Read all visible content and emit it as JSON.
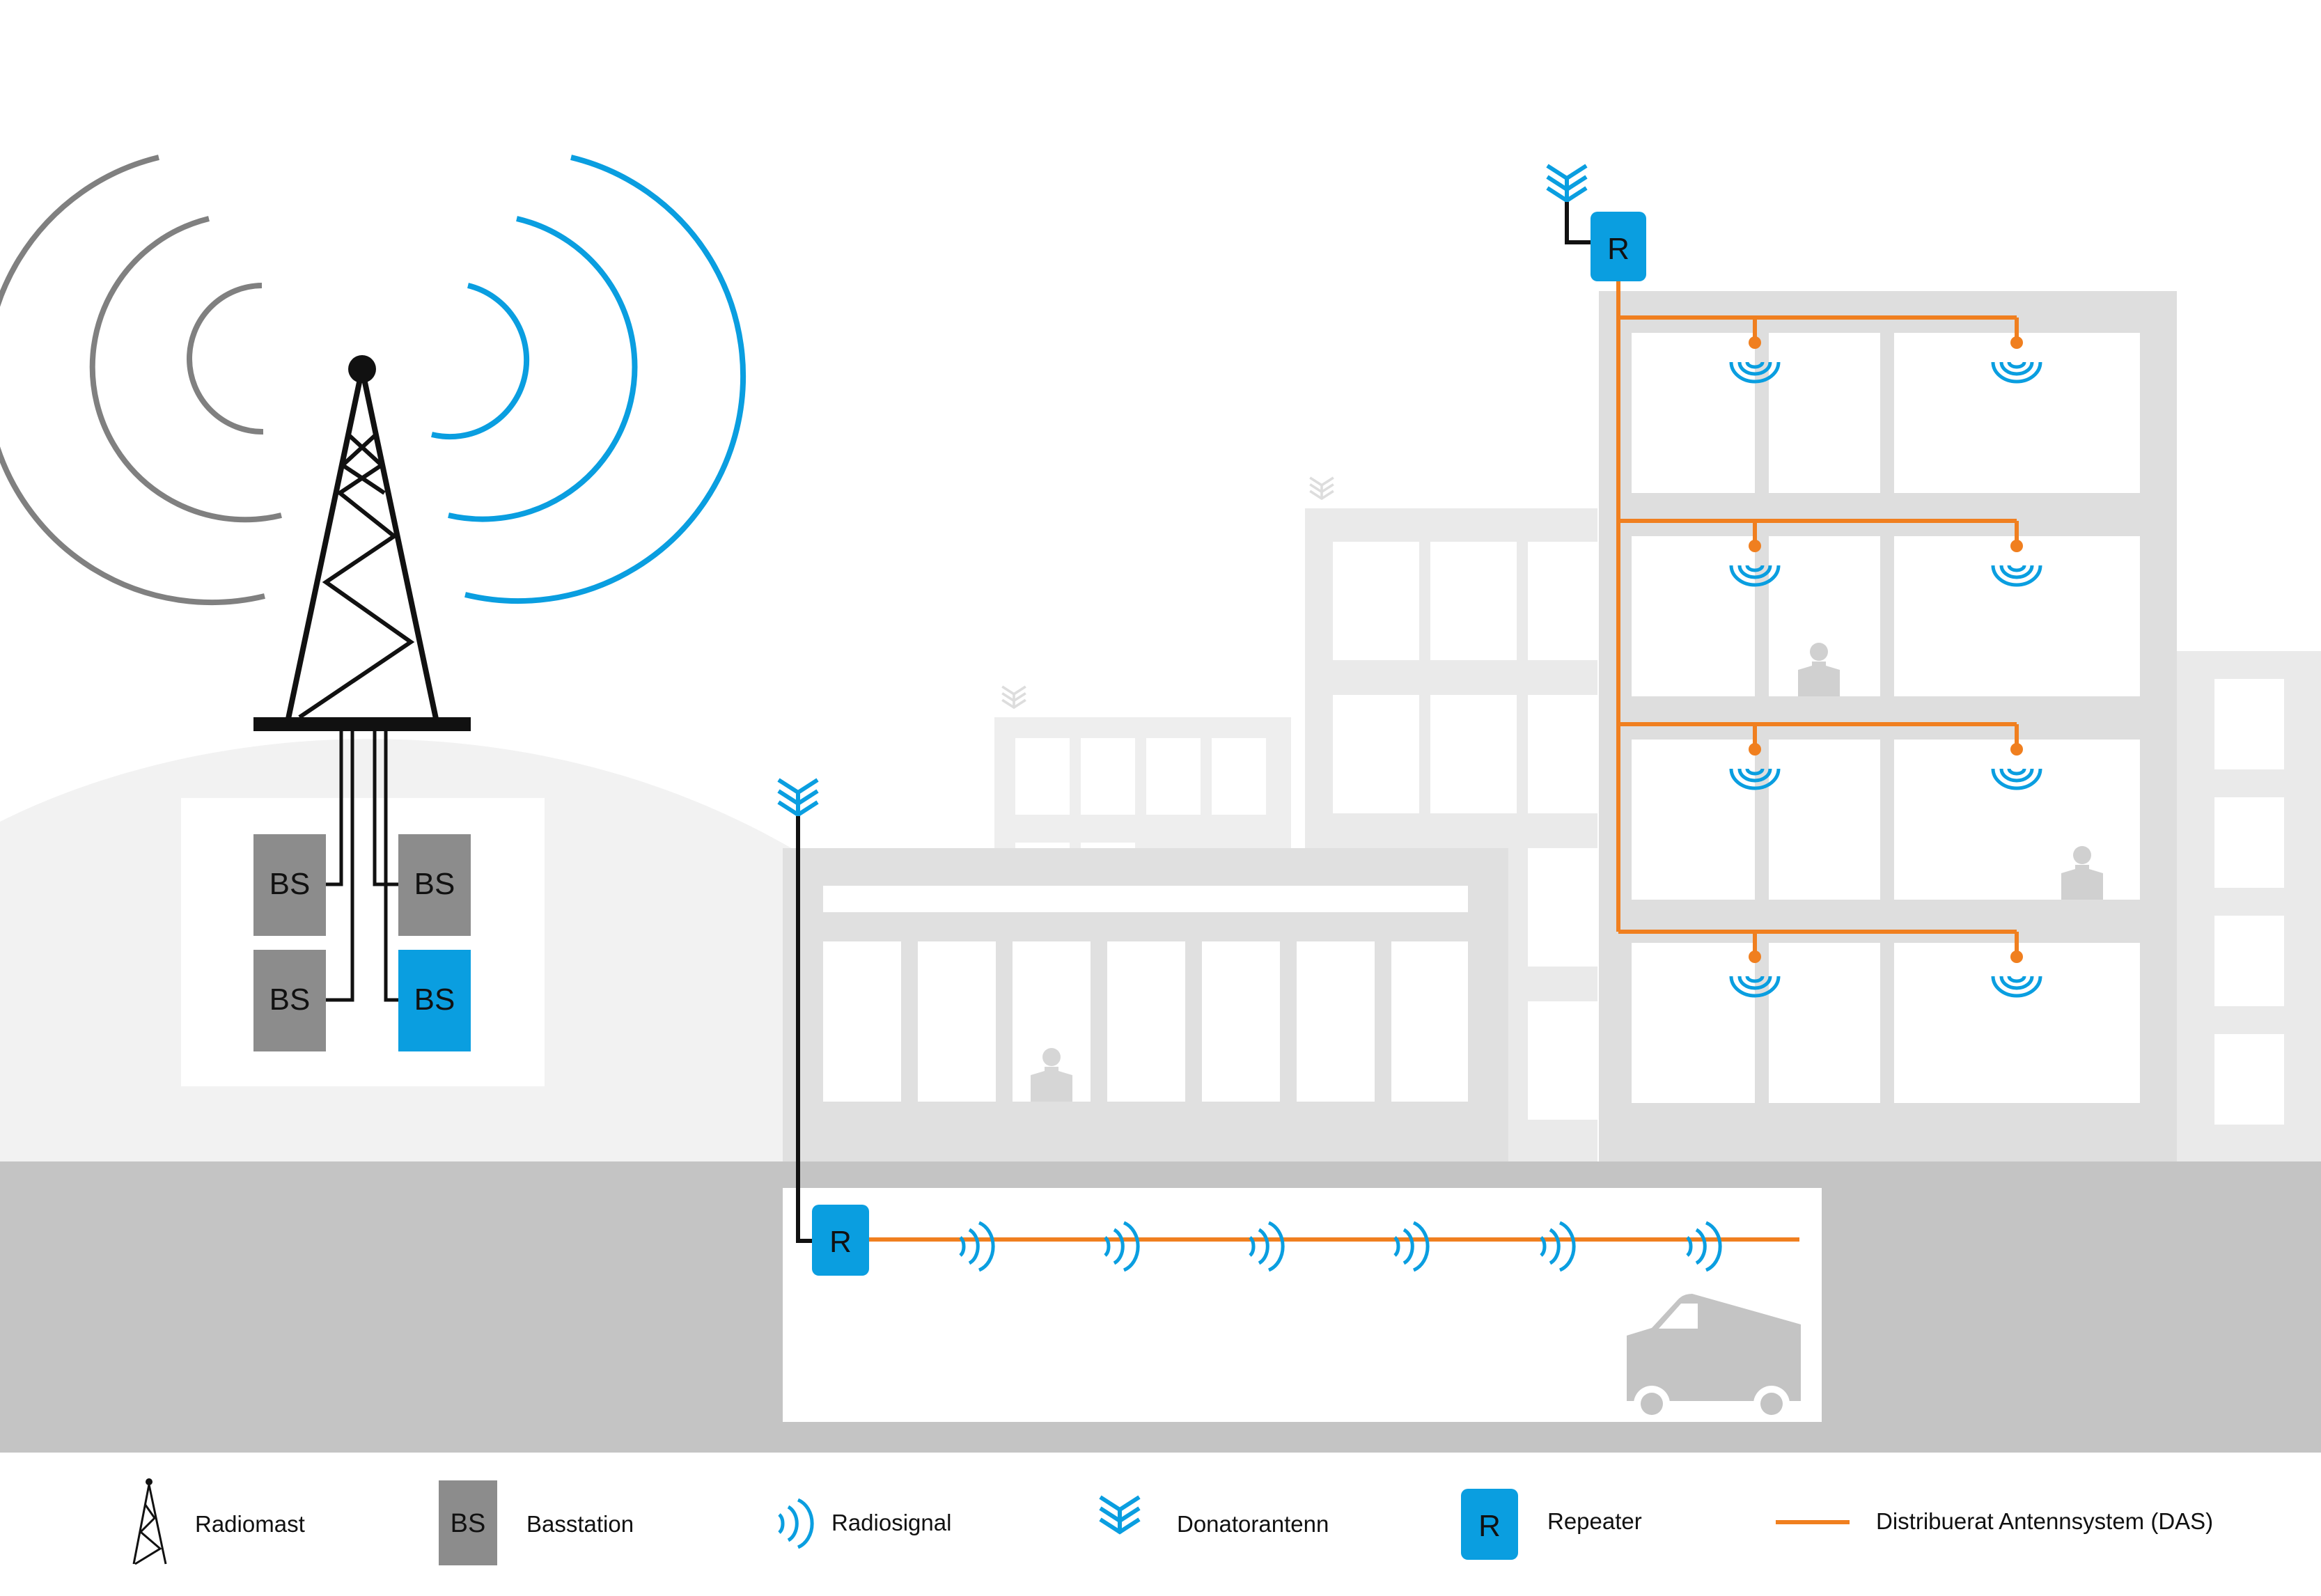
{
  "colors": {
    "blue": "#0a9ee0",
    "orange": "#f07f1f",
    "gray_signal": "#7f7f7f",
    "bs_gray": "#8c8c8c",
    "building": "#e0e0e0",
    "building_far": "#ececec",
    "ground": "#c4c4c4",
    "hill": "#f2f2f2",
    "black": "#111111"
  },
  "icons": {
    "radiomast": "radio-tower-icon",
    "basstation": "base-station-icon",
    "radiosignal": "radio-signal-icon",
    "donatorantenn": "donor-antenna-icon",
    "repeater": "repeater-icon",
    "das": "orange-line-icon"
  },
  "diagram": {
    "bs_label": "BS",
    "repeater_label": "R"
  },
  "legend": {
    "radiomast": "Radiomast",
    "basstation": "Basstation",
    "radiosignal": "Radiosignal",
    "donatorantenn": "Donatorantenn",
    "repeater": "Repeater",
    "das": "Distribuerat Antennsystem (DAS)"
  }
}
